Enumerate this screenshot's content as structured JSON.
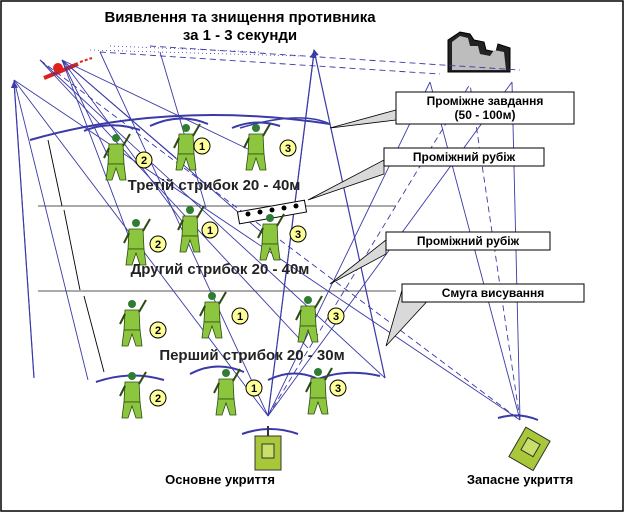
{
  "title": {
    "line1": "Виявлення та знищення противника",
    "line2": "за 1 - 3 секунди"
  },
  "callouts": {
    "intermediate_task_l1": "Проміжне завдання",
    "intermediate_task_l2": "(50 - 100м)",
    "intermediate_line_1": "Проміжний рубіж",
    "intermediate_line_2": "Проміжний рубіж",
    "advance_strip": "Смуга висування"
  },
  "bounds": {
    "third": "Третій стрибок 20 - 40м",
    "second": "Другий стрибок 20 - 40м",
    "first": "Перший стрибок 20 - 30м"
  },
  "shelters": {
    "main": "Основне укриття",
    "reserve": "Запасне укриття"
  },
  "soldier_numbers": {
    "n1": "1",
    "n2": "2",
    "n3": "3"
  },
  "colors": {
    "soldier_body": "#8cc63e",
    "number_circle": "#ffff99",
    "line_blue": "#3a3aa8",
    "enemy_red": "#e0201c",
    "vehicle": "#a8c83a"
  }
}
